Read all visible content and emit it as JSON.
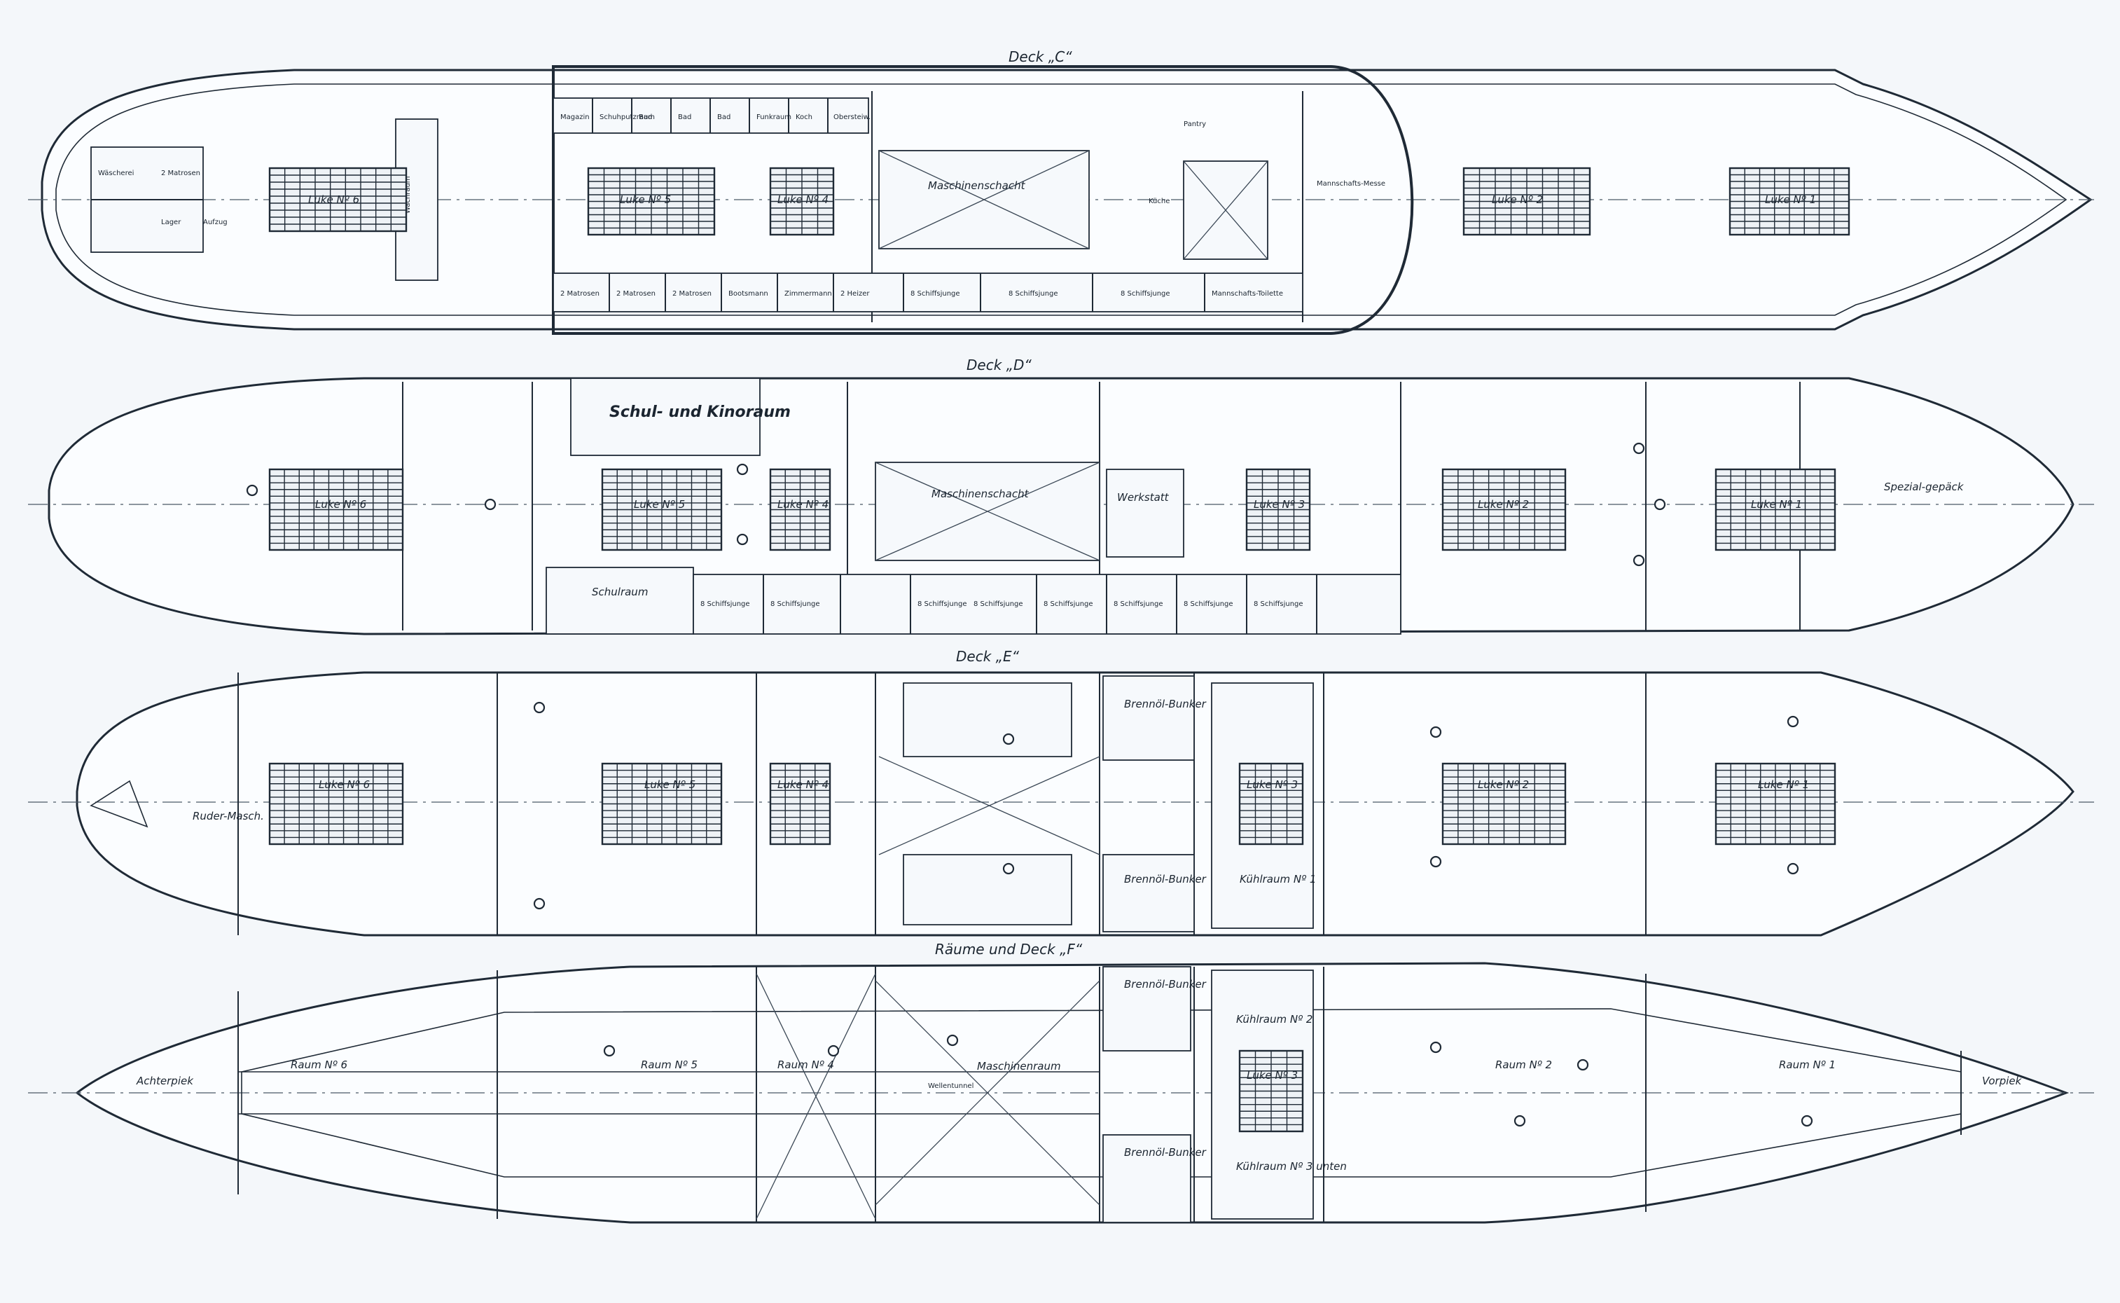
{
  "decks": {
    "c": {
      "title": "Deck „C“",
      "luke6": "Luke Nº 6",
      "luke5": "Luke Nº 5",
      "luke4": "Luke Nº 4",
      "luke2": "Luke Nº 2",
      "luke1": "Luke Nº 1",
      "maschinenschacht": "Maschinenschacht",
      "kueche": "Küche",
      "pantry": "Pantry",
      "mannschaftsmesse": "Mannschafts-Messe",
      "wheelhouse": "Wachraum",
      "cabins_top": [
        "Magazin",
        "Schuhputzraum",
        "Bad",
        "Bad",
        "Bad",
        "Funkraum",
        "Koch",
        "Obersteiw."
      ],
      "cabins_bottom": [
        "2 Matrosen",
        "2 Matrosen",
        "2 Matrosen",
        "Bootsmann",
        "Zimmermann",
        "2 Heizer",
        "8 Schiffsjunge",
        "8 Schiffsjunge",
        "8 Schiffsjunge",
        "Mannschafts-Toilette"
      ],
      "aft_labels": [
        "Wäscherei",
        "2 Matrosen",
        "Lager",
        "Aufzug"
      ]
    },
    "d": {
      "title": "Deck „D“",
      "schul_kino": "Schul- und Kinoraum",
      "schulraum": "Schulraum",
      "luke6": "Luke Nº 6",
      "luke5": "Luke Nº 5",
      "luke4": "Luke Nº 4",
      "luke3": "Luke Nº 3",
      "luke2": "Luke Nº 2",
      "luke1": "Luke Nº 1",
      "maschinenschacht": "Maschinenschacht",
      "werkstatt": "Werkstatt",
      "spezialgepaeck": "Spezial-gepäck",
      "cabins_bottom": [
        "8 Schiffsjunge",
        "8 Schiffsjunge",
        "8 Schiffsjunge",
        "8 Schiffsjunge",
        "8 Schiffsjunge",
        "8 Schiffsjunge",
        "8 Schiffsjunge",
        "8 Schiffsjunge"
      ]
    },
    "e": {
      "title": "Deck „E“",
      "luke6": "Luke Nº 6",
      "luke5": "Luke Nº 5",
      "luke4": "Luke Nº 4",
      "luke3": "Luke Nº 3",
      "luke2": "Luke Nº 2",
      "luke1": "Luke Nº 1",
      "rudermasch": "Ruder-Masch.",
      "brennoel_top": "Brennöl-Bunker",
      "brennoel_bottom": "Brennöl-Bunker",
      "kuehlraum1": "Kühlraum Nº 1"
    },
    "f": {
      "title": "Räume und Deck „F“",
      "achterpiek": "Achterpiek",
      "vorpiek": "Vorpiek",
      "raum6": "Raum Nº 6",
      "raum5": "Raum Nº 5",
      "raum4": "Raum Nº 4",
      "raum2": "Raum Nº 2",
      "raum1": "Raum Nº 1",
      "maschinenraum": "Maschinenraum",
      "brennoel_top": "Brennöl-Bunker",
      "brennoel_bottom": "Brennöl-Bunker",
      "kuehlraum2": "Kühlraum Nº 2",
      "luke3": "Luke Nº 3",
      "kuehlraum3": "Kühlraum Nº 3 unten",
      "wellentunnel": "Wellentunnel"
    }
  },
  "colors": {
    "paper": "#f4f7fa",
    "line": "#1f2a36"
  }
}
